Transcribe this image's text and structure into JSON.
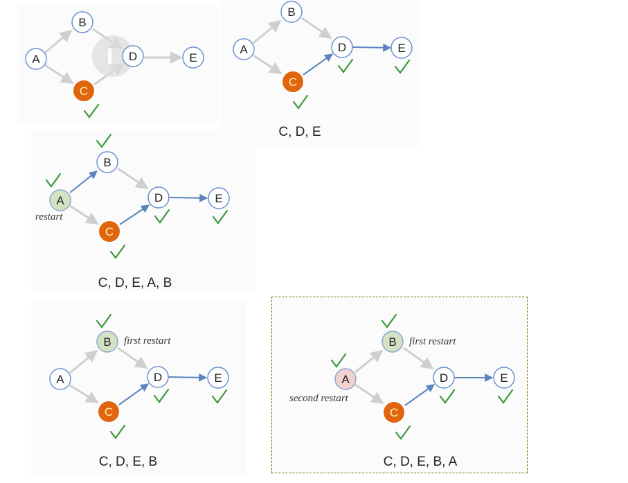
{
  "colors": {
    "edge_gray": "#cfcfcf",
    "edge_blue": "#5b84bf",
    "node_stroke": "#6b8fcf",
    "node_fill": "#ffffff",
    "node_c_fill": "#e0650f",
    "node_c_text": "#fff2b0",
    "restart_green": "#d4e2c2",
    "restart_pink": "#f4d1d1",
    "check_green": "#3a9a3a"
  },
  "node_labels": {
    "a": "A",
    "b": "B",
    "c": "C",
    "d": "D",
    "e": "E"
  },
  "panels": [
    {
      "id": "panel1",
      "caption": ""
    },
    {
      "id": "panel2",
      "caption": "C, D, E"
    },
    {
      "id": "panel3",
      "caption": "C, D, E, A, B",
      "notes": {
        "restart": "restart"
      }
    },
    {
      "id": "panel4",
      "caption": "C, D, E, B",
      "notes": {
        "first_restart": "first restart"
      }
    },
    {
      "id": "panel5",
      "caption": "C, D, E, B, A",
      "notes": {
        "first_restart": "first restart",
        "second_restart": "second restart"
      }
    }
  ]
}
